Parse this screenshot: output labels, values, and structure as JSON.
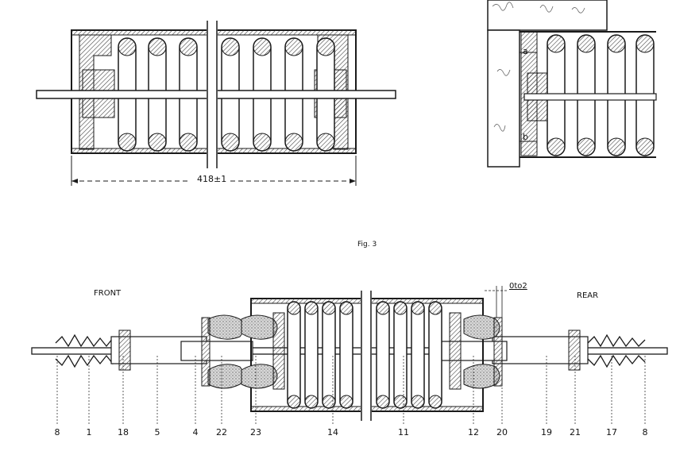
{
  "figure": {
    "caption": "Fig. 3",
    "dimension_label": "418±1",
    "clearance_a": "a",
    "clearance_b": "b",
    "gap_label": "0to2"
  },
  "assembly": {
    "front_label": "FRONT",
    "rear_label": "REAR",
    "callouts": [
      "8",
      "1",
      "18",
      "5",
      "4",
      "22",
      "23",
      "14",
      "11",
      "12",
      "20",
      "19",
      "21",
      "17",
      "8"
    ]
  },
  "colors": {
    "ink": "#1a1a1a",
    "hatch": "#555555",
    "paper": "#ffffff",
    "felt": "#bdbdbd"
  }
}
